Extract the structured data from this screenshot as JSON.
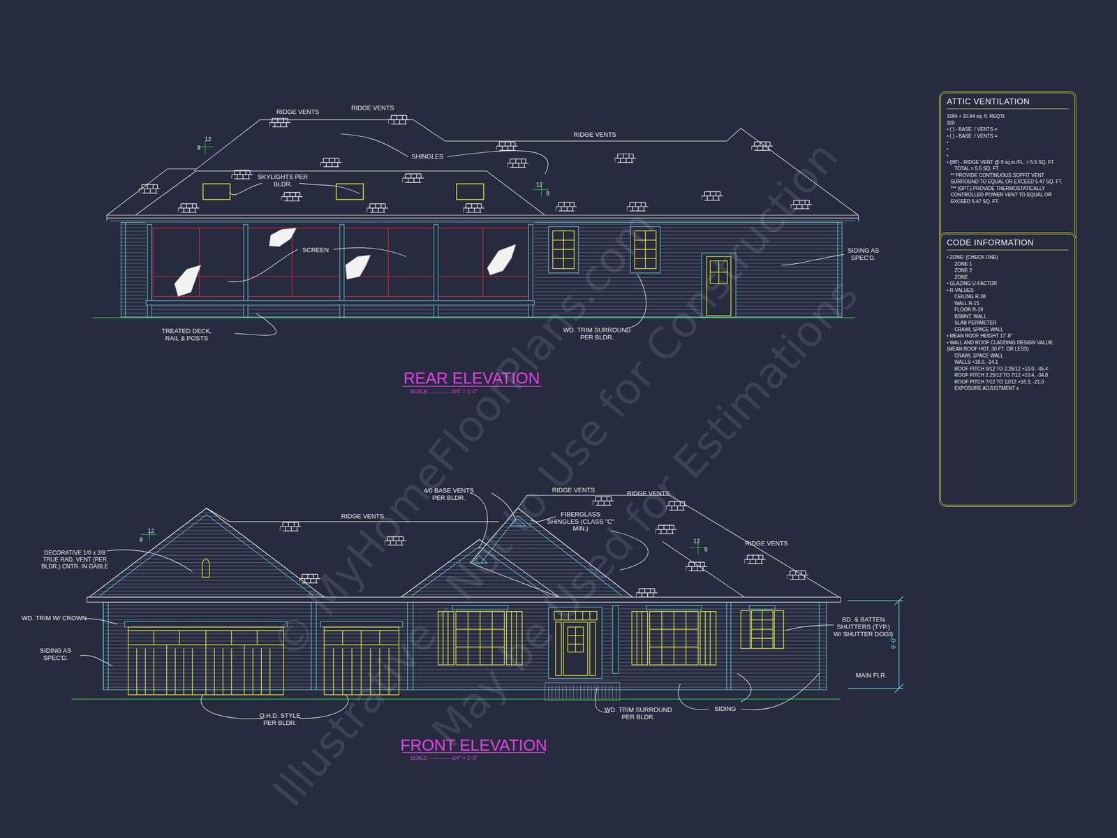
{
  "diagram": {
    "nodes": [
      {
        "text": [
          "ATTIC VENTILATION",
          "3284 ÷ 10.94 sq. ft. REQ'D.",
          "300",
          "• ( ) - BASE. / VENTS =",
          "• ( ) - BASE. / VENTS =",
          "•",
          "•",
          "•",
          "• (88') - RIDGE VENT @ 9 sq.in./FL. = 5.5 SQ. FT.",
          "TOTAL = 5.5 SQ. FT.",
          "** PROVIDE CONTINUOUS SOFFIT VENT SURROUND TO EQUAL OR EXCEED 5.47 SQ. FT.",
          "*** (OPT.) PROVIDE THERMOSTATICALLY CONTROLLED POWER VENT TO EQUAL OR EXCEED 5.47 SQ. FT."
        ]
      },
      {
        "text": [
          "CODE INFORMATION",
          "• ZONE: (CHECK ONE)",
          "ZONE 1",
          "ZONE 2",
          "ZONE",
          "• GLAZING U-FACTOR",
          "• R-VALUES",
          "CEILING R-38",
          "WALL R-15",
          "FLOOR R-19",
          "BSMNT. WALL",
          "SLAB PERIMETER",
          "CRAWL SPACE WALL",
          "• MEAN ROOF HEIGHT 17'-8\"",
          "• WALL AND ROOF CLADDING DESIGN VALUE: (MEAN ROOF HGT. 30 FT. OR LESS)",
          "CRAWL SPACE WALL",
          "WALLS +18.0, -24.1",
          "ROOF PITCH 0/12 TO 2.25/12 +10.0, -45.4",
          "ROOF PITCH 2.25/12 TO 7/12 +10.4, -34.8",
          "ROOF PITCH 7/12 TO 12/12 +16.3, -21.0",
          "EXPOSURE ADJUSTMENT x"
        ]
      }
    ],
    "labels": [
      "RIDGE VENTS",
      "RIDGE VENTS",
      "RIDGE VENTS",
      "SHINGLES",
      "SKYLIGHTS PER BLDR.",
      "SCREEN",
      "SIDING AS SPEC'D.",
      "TREATED DECK, RAIL & POSTS",
      "WD. TRIM SURROUND PER BLDR.",
      "12",
      "9",
      "12",
      "9",
      "REAR ELEVATION",
      "SCALE: ------------1/4\" = 1'-0\"",
      "RIDGE VENTS",
      "4/0 BASE VENTS PER BLDR.",
      "RIDGE VENTS",
      "RIDGE VENTS",
      "FIBERGLASS SHINGLES (CLASS \"C\" MIN.)",
      "DECORATIVE 1/0 x 2/8 TRUE RAD. VENT (PER BLDR.) CNTR. IN GABLE",
      "12",
      "9",
      "12",
      "9",
      "RIDGE VENTS",
      "WD. TRIM W/ CROWN",
      "SIDING AS SPEC'D.",
      "BD. & BATTEN SHUTTERS (TYP.) W/ SHUTTER DOGS",
      "MAIN FLR.",
      "9'-0\"",
      "SIDING",
      "WD. TRIM SURROUND PER BLDR.",
      "O.H.D. STYLE PER BLDR.",
      "FRONT ELEVATION",
      "SCALE: ------------1/4\" = 1'-0\"",
      "© MyHomeFloorPlans.com",
      "Illustrative - Not to Use for Construction",
      "May be Used for Estimations"
    ]
  }
}
